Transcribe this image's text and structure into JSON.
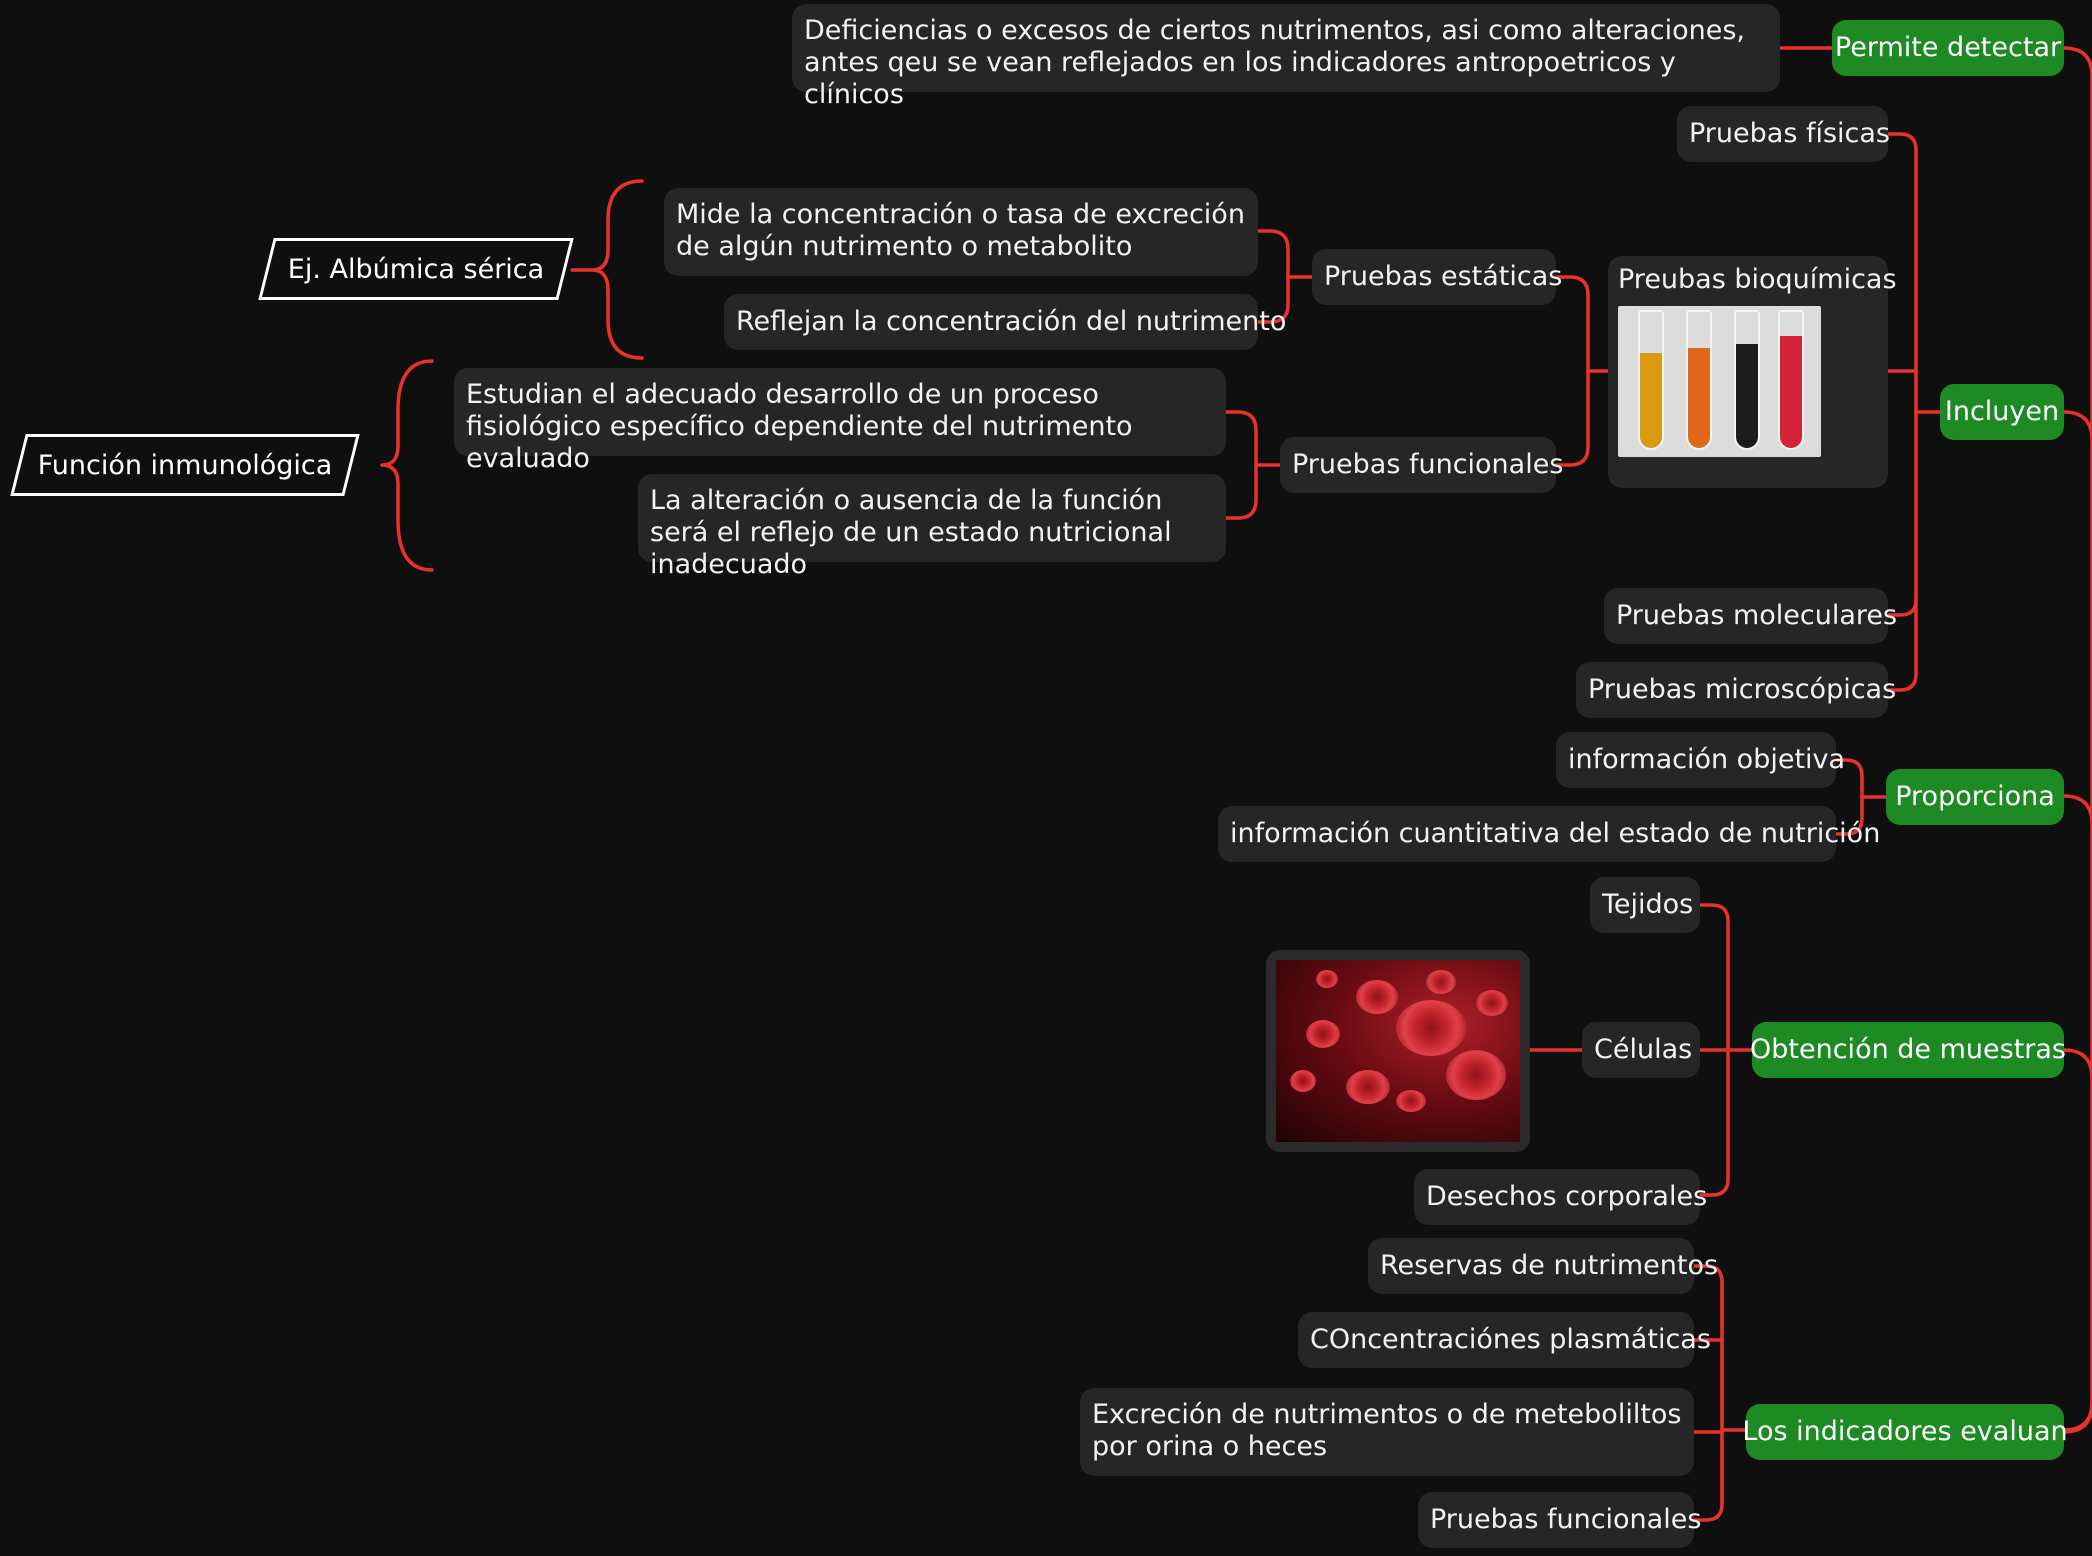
{
  "colors": {
    "background": "#0f0f0f",
    "node": "#262626",
    "main_branch": "#1d8a23",
    "connector": "#e8322a",
    "text": "#f2f2f2"
  },
  "permite_detectar": {
    "label": "Permite detectar",
    "detail": "Deficiencias o excesos de ciertos nutrimentos, asi como alteraciones, antes qeu se vean reflejados en los indicadores antropoetricos y clínicos"
  },
  "incluyen": {
    "label": "Incluyen",
    "fisicas": "Pruebas físicas",
    "bioquimicas": {
      "label": "Preubas bioquímicas",
      "image_icon": "test-tubes-photo",
      "estaticas": {
        "label": "Pruebas estáticas",
        "items": [
          "Mide la concentración o tasa de excreción de algún nutrimento o metabolito",
          "Reflejan la concentración del nutrimento"
        ],
        "example": "Ej. Albúmica sérica"
      },
      "funcionales": {
        "label": "Pruebas funcionales",
        "items": [
          "Estudian el adecuado desarrollo de un proceso fisiológico específico dependiente del nutrimento evaluado",
          "La alteración o ausencia de la función será el reflejo de un estado nutricional inadecuado"
        ],
        "example": "Función inmunológica"
      }
    },
    "moleculares": "Pruebas moleculares",
    "microscopicas": "Pruebas microscópicas"
  },
  "proporciona": {
    "label": "Proporciona",
    "items": [
      "información objetiva",
      "información cuantitativa del estado de nutrición"
    ]
  },
  "obtencion": {
    "label": "Obtención de muestras",
    "items": [
      "Tejidos",
      "Células",
      "Desechos corporales"
    ],
    "image_icon": "red-blood-cells-photo"
  },
  "indicadores": {
    "label": "Los indicadores evaluan",
    "items": [
      "Reservas de nutrimentos",
      "COncentraciónes plasmáticas",
      "Excreción de nutrimentos o de meteboliltos por orina o heces",
      "Pruebas funcionales"
    ]
  }
}
